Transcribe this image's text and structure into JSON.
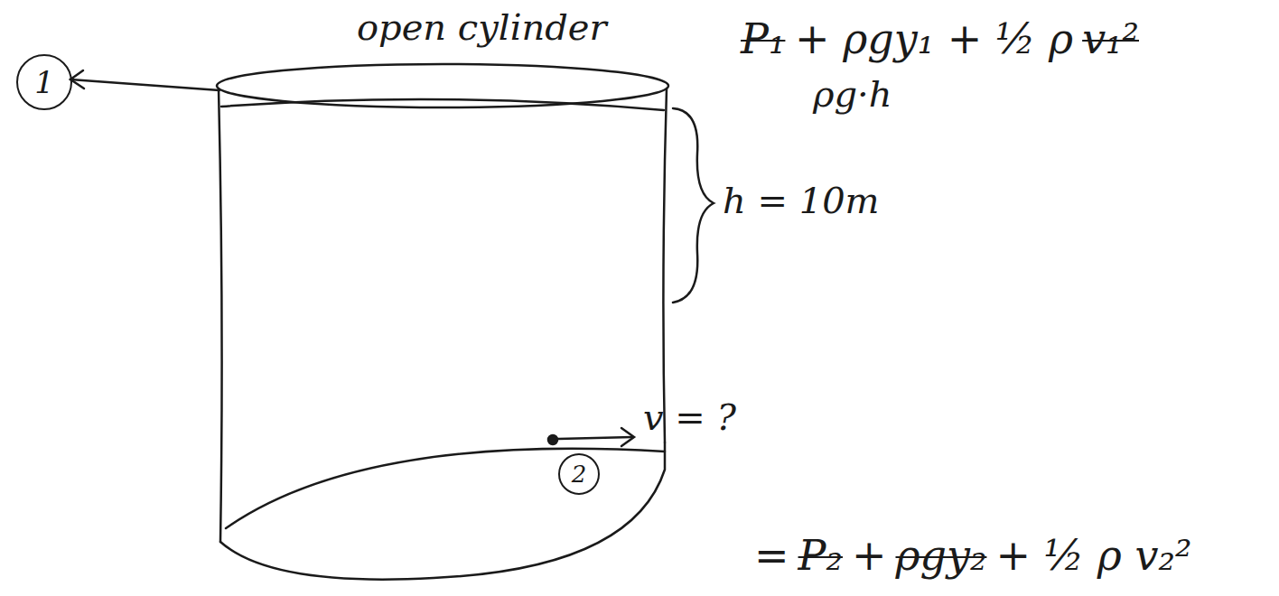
{
  "diagram": {
    "nodes": [
      {
        "text": [
          "1"
        ]
      },
      {
        "text": [
          "2"
        ]
      }
    ],
    "labels": [
      "open cylinder",
      "P₁",
      "+ ρgy₁ + ½ ρ",
      "v₁²",
      "ρg·h",
      "h = 10m",
      "v = ?",
      "=",
      "P₂",
      "+",
      "ρgy₂",
      "+ ½ ρ v₂²"
    ]
  }
}
